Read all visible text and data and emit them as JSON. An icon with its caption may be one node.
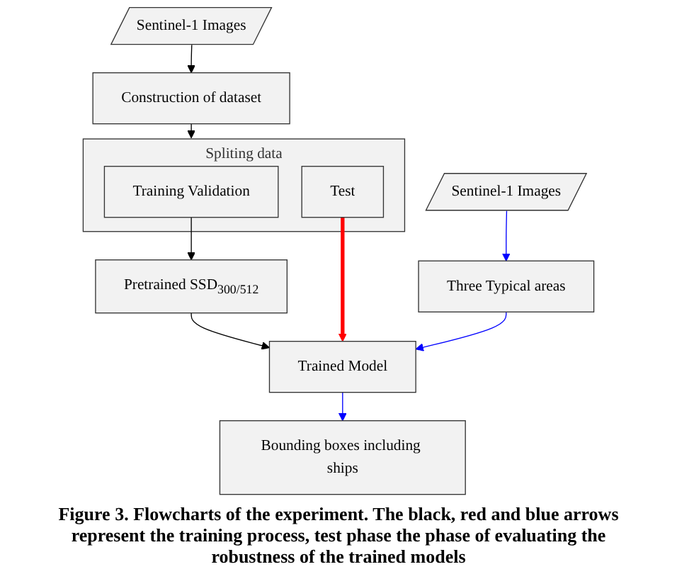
{
  "diagram": {
    "caption": "Figure 3. Flowcharts of the experiment. The black, red and blue arrows represent the training process, test phase the phase of evaluating the robustness of the trained models",
    "nodes": [
      {
        "text": [
          "Sentinel-1 Images"
        ]
      },
      {
        "text": [
          "Construction of dataset"
        ]
      },
      {
        "text": [
          "Spliting data"
        ]
      },
      {
        "text": [
          "Training Validation"
        ],
        "in": 2
      },
      {
        "text": [
          "Test"
        ],
        "in": 2
      },
      {
        "text": [
          "Pretrained SSD$_{300/512}$"
        ]
      },
      {
        "text": [
          "Trained Model"
        ]
      },
      {
        "text": [
          "Bounding boxes including ships"
        ]
      },
      {
        "text": [
          "Sentinel-1 Images"
        ]
      },
      {
        "text": [
          "Three Typical areas"
        ]
      }
    ],
    "edges": [
      {
        "from": 0,
        "to": 1,
        "arrow": "to"
      },
      {
        "from": 1,
        "to": 2,
        "arrow": "to"
      },
      {
        "from": 3,
        "to": 5,
        "arrow": "to"
      },
      {
        "from": 5,
        "to": 6,
        "arrow": "to"
      },
      {
        "from": 4,
        "to": 6,
        "arrow": "to",
        "style": "thick",
        "color": "#ff0000"
      },
      {
        "from": 8,
        "to": 9,
        "arrow": "to",
        "color": "#0000ff"
      },
      {
        "from": 9,
        "to": 6,
        "arrow": "to",
        "color": "#0000ff"
      },
      {
        "from": 6,
        "to": 7,
        "arrow": "to",
        "color": "#0000ff"
      }
    ]
  }
}
